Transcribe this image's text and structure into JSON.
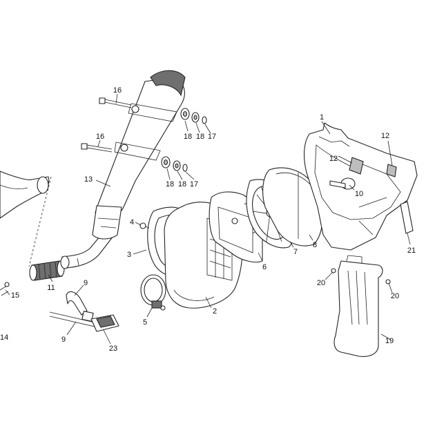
{
  "callouts": [
    {
      "id": "c1",
      "text": "1"
    },
    {
      "id": "c2",
      "text": "2"
    },
    {
      "id": "c3",
      "text": "3"
    },
    {
      "id": "c4",
      "text": "4"
    },
    {
      "id": "c5",
      "text": "5"
    },
    {
      "id": "c6",
      "text": "6"
    },
    {
      "id": "c7",
      "text": "7"
    },
    {
      "id": "c8",
      "text": "8"
    },
    {
      "id": "c9a",
      "text": "9"
    },
    {
      "id": "c9b",
      "text": "9"
    },
    {
      "id": "c10",
      "text": "10"
    },
    {
      "id": "c11",
      "text": "11"
    },
    {
      "id": "c12a",
      "text": "12"
    },
    {
      "id": "c12b",
      "text": "12"
    },
    {
      "id": "c13",
      "text": "13"
    },
    {
      "id": "c14",
      "text": "14"
    },
    {
      "id": "c15",
      "text": "15"
    },
    {
      "id": "c16a",
      "text": "16"
    },
    {
      "id": "c16b",
      "text": "16"
    },
    {
      "id": "c17a",
      "text": "17"
    },
    {
      "id": "c17b",
      "text": "17"
    },
    {
      "id": "c18a",
      "text": "18"
    },
    {
      "id": "c18b",
      "text": "18"
    },
    {
      "id": "c18c",
      "text": "18"
    },
    {
      "id": "c18d",
      "text": "18"
    },
    {
      "id": "c19",
      "text": "19"
    },
    {
      "id": "c20a",
      "text": "20"
    },
    {
      "id": "c20b",
      "text": "20"
    },
    {
      "id": "c21",
      "text": "21"
    },
    {
      "id": "c23",
      "text": "23"
    }
  ]
}
